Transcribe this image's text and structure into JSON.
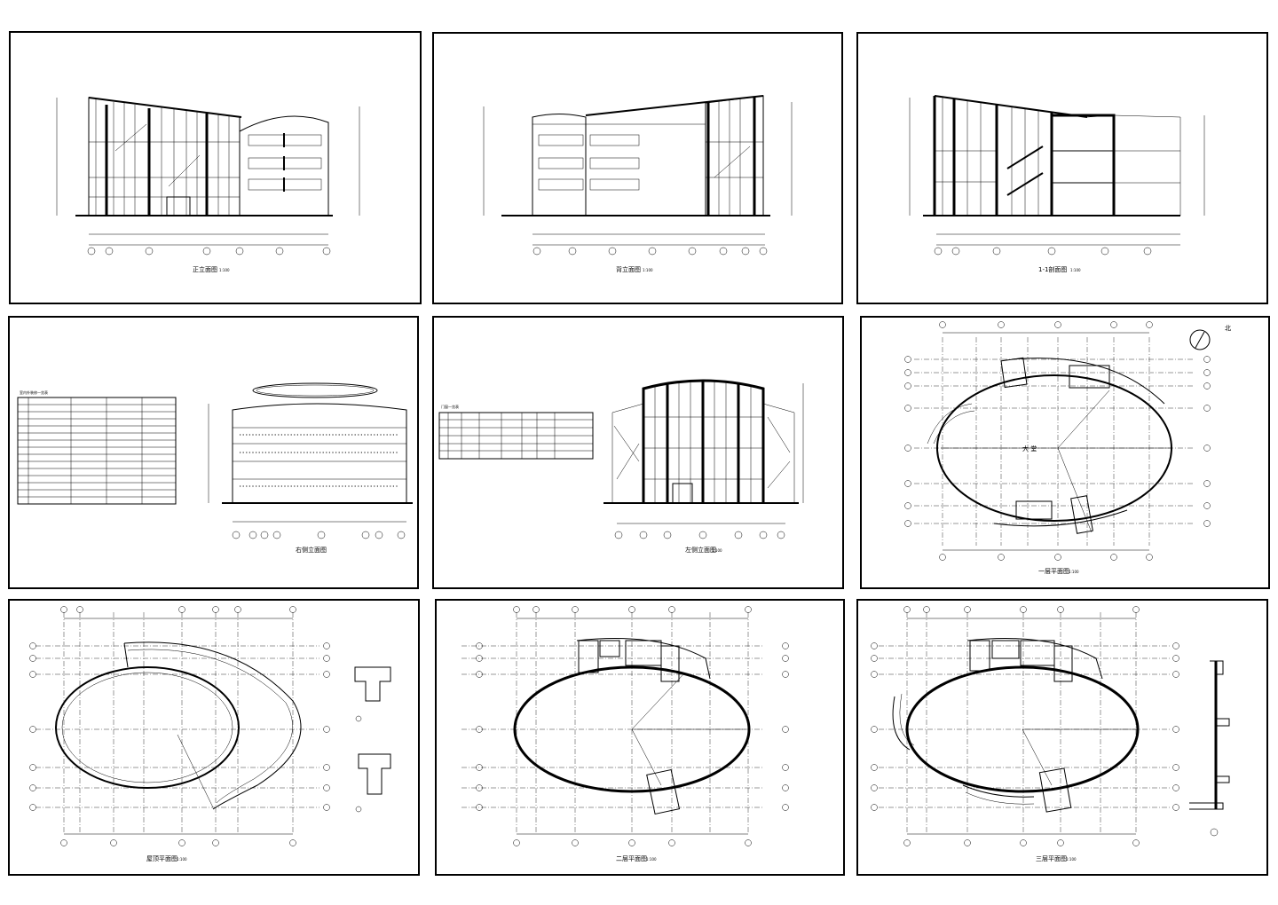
{
  "sheet": {
    "panels": [
      {
        "id": "p1",
        "title": "正立面图",
        "scale": "1:100"
      },
      {
        "id": "p2",
        "title": "背立面图",
        "scale": "1:100"
      },
      {
        "id": "p3",
        "title": "1-1剖面图",
        "scale": "1:100"
      },
      {
        "id": "p4",
        "title": "右侧立面图",
        "scale": "",
        "table_title": "室内外装修一览表"
      },
      {
        "id": "p5",
        "title": "左侧立面图",
        "scale": "1:100",
        "table_title": "门窗一览表"
      },
      {
        "id": "p6",
        "title": "一层平面图",
        "scale": "1:100",
        "room_label": "大 堂",
        "north_label": "北"
      },
      {
        "id": "p7",
        "title": "屋顶平面图",
        "scale": "1:100"
      },
      {
        "id": "p8",
        "title": "二层平面图",
        "scale": "1:100"
      },
      {
        "id": "p9",
        "title": "三层平面图",
        "scale": "1:100"
      }
    ]
  }
}
